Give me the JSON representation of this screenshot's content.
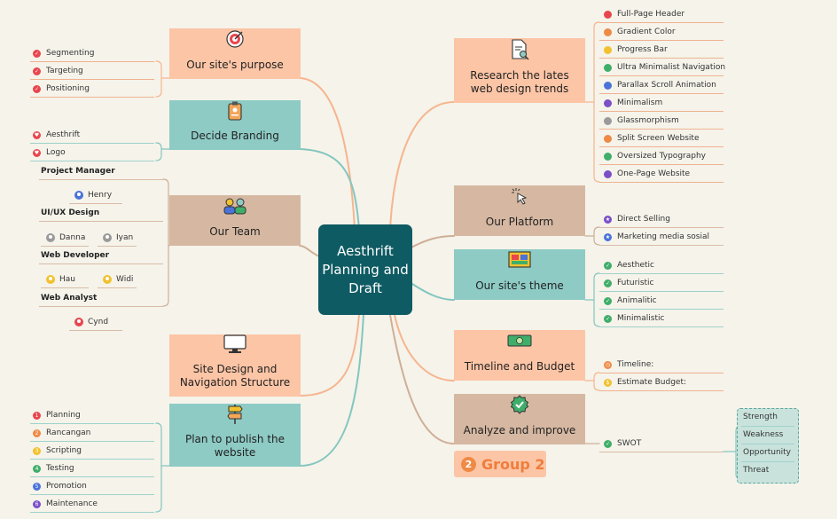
{
  "center": {
    "title": "Aesthrift Planning and Draft"
  },
  "colors": {
    "peach": "#fcc5a6",
    "teal": "#8ecbc5",
    "brown": "#d6b8a2",
    "center": "#0f5b63",
    "accent_orange": "#ef7d3c"
  },
  "left_nodes": [
    {
      "label": "Our site's purpose",
      "icon": "target-icon",
      "color": "peach"
    },
    {
      "label": "Decide Branding",
      "icon": "id-badge-icon",
      "color": "teal"
    },
    {
      "label": "Our Team",
      "icon": "team-icon",
      "color": "brown"
    },
    {
      "label": "Site Design and Navigation Structure",
      "icon": "monitor-icon",
      "color": "peach"
    },
    {
      "label": "Plan to publish the website",
      "icon": "signpost-icon",
      "color": "teal"
    }
  ],
  "right_nodes": [
    {
      "label": "Research the lates web design trends",
      "icon": "document-search-icon",
      "color": "peach"
    },
    {
      "label": "Our Platform",
      "icon": "cursor-click-icon",
      "color": "brown"
    },
    {
      "label": "Our site's theme",
      "icon": "palette-board-icon",
      "color": "teal"
    },
    {
      "label": "Timeline and Budget",
      "icon": "money-icon",
      "color": "peach"
    },
    {
      "label": "Analyze and improve",
      "icon": "check-badge-icon",
      "color": "brown"
    }
  ],
  "purpose_items": [
    "Segmenting",
    "Targeting",
    "Positioning"
  ],
  "branding_items": [
    "Aesthrift",
    "Logo"
  ],
  "team": {
    "roles": [
      "Project Manager",
      "UI/UX Design",
      "Web Developer",
      "Web Analyst"
    ],
    "members": [
      "Henry",
      "Danna",
      "Iyan",
      "Hau",
      "Widi",
      "Cynd"
    ]
  },
  "publish_items": [
    "Planning",
    "Rancangan",
    "Scripting",
    "Testing",
    "Promotion",
    "Maintenance"
  ],
  "publish_numbers": [
    "1",
    "2",
    "3",
    "4",
    "5",
    "6"
  ],
  "trends": [
    {
      "label": "Full-Page Header",
      "color": "#e8464e"
    },
    {
      "label": "Gradient Color",
      "color": "#ef8a45"
    },
    {
      "label": "Progress Bar",
      "color": "#f2c12e"
    },
    {
      "label": "Ultra Minimalist Navigation",
      "color": "#3fae6a"
    },
    {
      "label": "Parallax Scroll Animation",
      "color": "#4a72d9"
    },
    {
      "label": "Minimalism",
      "color": "#7a4fc8"
    },
    {
      "label": "Glassmorphism",
      "color": "#9a9a9a"
    },
    {
      "label": "Split Screen Website",
      "color": "#ef8a45"
    },
    {
      "label": "Oversized Typography",
      "color": "#3fae6a"
    },
    {
      "label": "One-Page Website",
      "color": "#7a4fc8"
    }
  ],
  "platform_items": [
    "Direct Selling",
    "Marketing media sosial"
  ],
  "theme_items": [
    "Aesthetic",
    "Futuristic",
    "Animalitic",
    "Minimalistic"
  ],
  "timeline_items": [
    "Timeline:",
    "Estimate Budget:"
  ],
  "analyze_items": [
    "SWOT"
  ],
  "swot": [
    "Strength",
    "Weakness",
    "Opportunity",
    "Threat"
  ],
  "group": {
    "number": "2",
    "label": "Group 2"
  }
}
